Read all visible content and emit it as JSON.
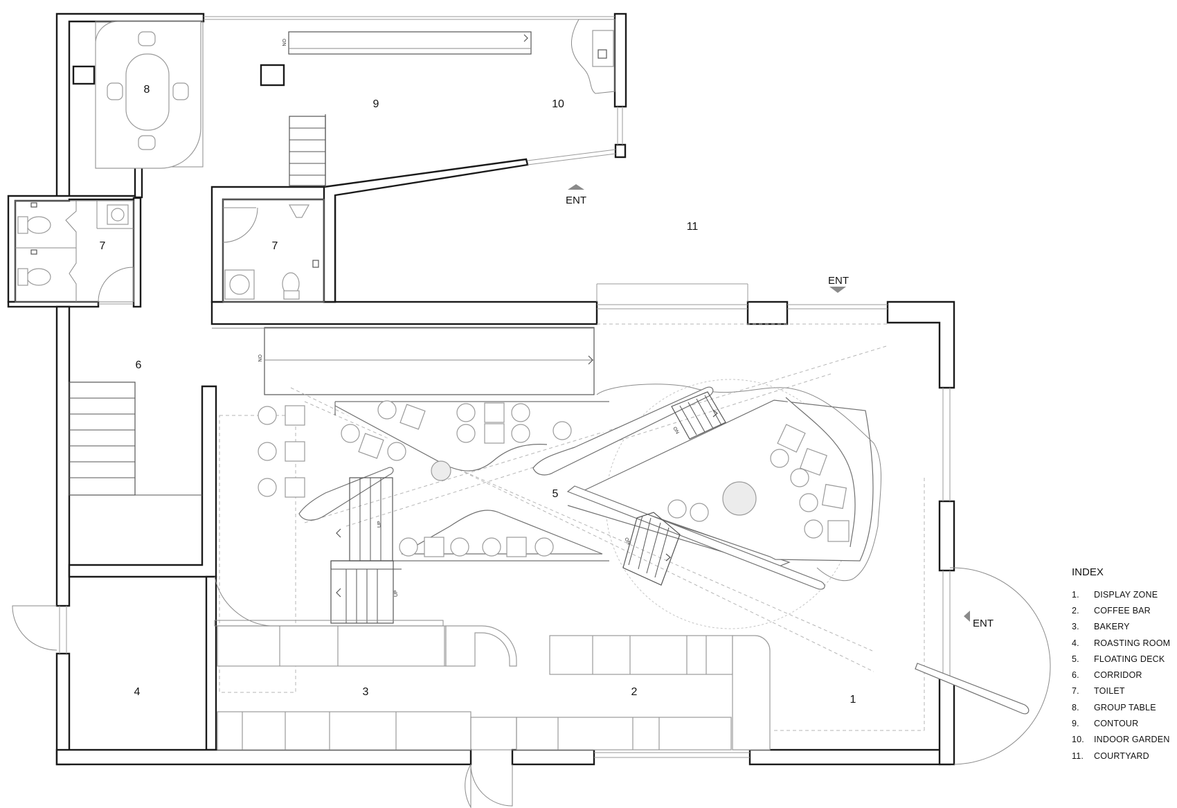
{
  "rooms": {
    "r1": "1",
    "r2": "2",
    "r3": "3",
    "r4": "4",
    "r5": "5",
    "r6": "6",
    "r7a": "7",
    "r7b": "7",
    "r8": "8",
    "r9": "9",
    "r10": "10",
    "r11": "11"
  },
  "entrances": {
    "top": "ENT",
    "middle": "ENT",
    "right": "ENT"
  },
  "stair_marks": {
    "on_top": "ON",
    "on_mid": "ON",
    "up_1": "UP",
    "up_2": "UP",
    "on_deck_1": "ON",
    "on_deck_2": "ON"
  },
  "index": {
    "title": "INDEX",
    "items": [
      {
        "num": "1.",
        "label": "DISPLAY ZONE"
      },
      {
        "num": "2.",
        "label": "COFFEE BAR"
      },
      {
        "num": "3.",
        "label": "BAKERY"
      },
      {
        "num": "4.",
        "label": "ROASTING ROOM"
      },
      {
        "num": "5.",
        "label": "FLOATING DECK"
      },
      {
        "num": "6.",
        "label": "CORRIDOR"
      },
      {
        "num": "7.",
        "label": "TOILET"
      },
      {
        "num": "8.",
        "label": "GROUP TABLE"
      },
      {
        "num": "9.",
        "label": "CONTOUR"
      },
      {
        "num": "10.",
        "label": "INDOOR GARDEN"
      },
      {
        "num": "11.",
        "label": "COURTYARD"
      }
    ]
  }
}
